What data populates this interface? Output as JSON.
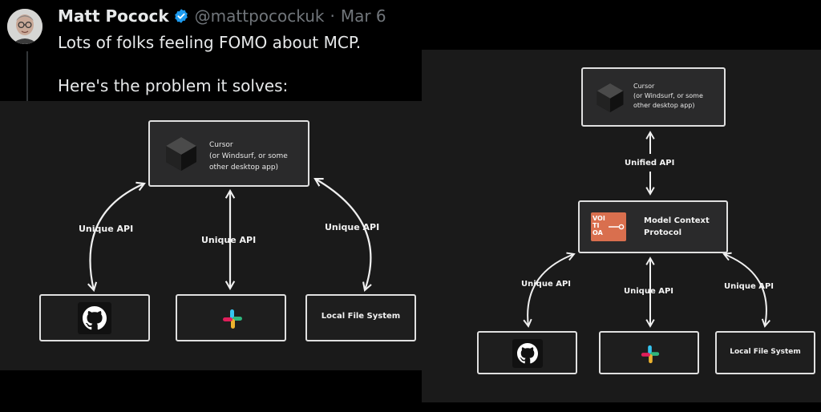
{
  "tweet": {
    "author_name": "Matt Pocock",
    "handle": "@mattpocockuk",
    "separator": "·",
    "date": "Mar 6",
    "line1": "Lots of folks feeling FOMO about MCP.",
    "line2": "Here's the problem it solves:"
  },
  "diagram_left": {
    "cursor_node": "Cursor\n(or Windsurf, or some\nother desktop app)",
    "edge_labels": [
      "Unique API",
      "Unique API",
      "Unique API"
    ],
    "github_node_icon": "github-icon",
    "slack_node_icon": "slack-icon",
    "filesystem_node": "Local File System"
  },
  "diagram_right": {
    "cursor_node": "Cursor\n(or Windsurf, or some\nother desktop app)",
    "unified_label": "Unified API",
    "mcp_node": "Model Context\nProtocol",
    "mcp_logo_text": "VOI TI OA",
    "edge_labels": [
      "Unique API",
      "Unique API",
      "Unique API"
    ],
    "github_node_icon": "github-icon",
    "slack_node_icon": "slack-icon",
    "filesystem_node": "Local File System"
  },
  "colors": {
    "background": "#000000",
    "panel": "#1a1a1a",
    "verified_blue": "#1d9bf0",
    "mcp_logo": "#d96f4e",
    "slack_blue": "#36c5f0",
    "slack_green": "#2eb67d",
    "slack_red": "#e01e5a",
    "slack_yellow": "#ecb22e"
  }
}
